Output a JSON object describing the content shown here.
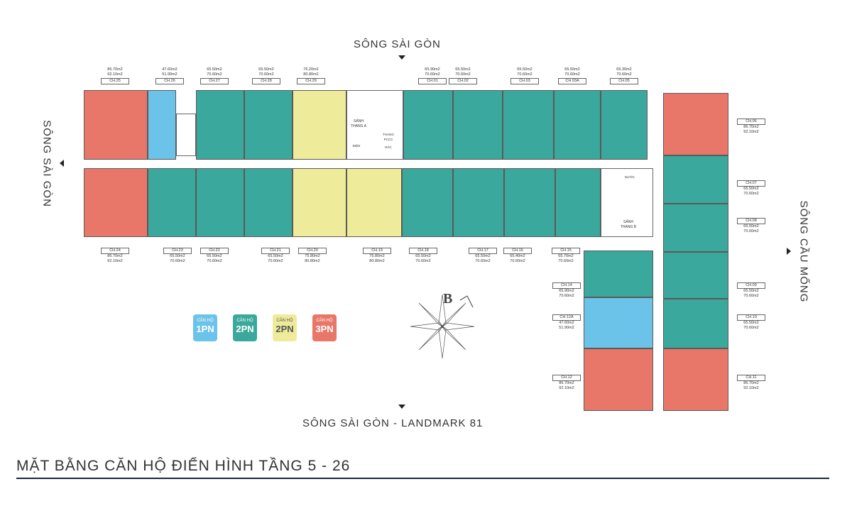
{
  "directions": {
    "top": "SÔNG SÀI GÒN",
    "left": "SÔNG SÀI GÒN",
    "right": "SÔNG CẦU MỐNG",
    "bottom": "SÔNG SÀI GÒN - LANDMARK 81"
  },
  "title": "MẶT BẰNG CĂN HỘ ĐIỂN HÌNH TẦNG 5 - 26",
  "compass_letter": "B",
  "legend": [
    {
      "small": "CĂN HỘ",
      "big": "1PN",
      "color": "#6cc3ea"
    },
    {
      "small": "CĂN HỘ",
      "big": "2PN",
      "color": "#3aa89c"
    },
    {
      "small": "CĂN HỘ",
      "big": "2PN",
      "color": "#eeeb9a"
    },
    {
      "small": "CĂN HỘ",
      "big": "3PN",
      "color": "#e8776a"
    }
  ],
  "cores": {
    "a": "SẢNH THANG A",
    "b": "SẢNH THANG B",
    "pccc": "THANG PCCC",
    "dien": "ĐIỆN",
    "rac": "RÁC",
    "nuoc": "NƯỚC"
  },
  "top_labels": [
    {
      "a1": "86.70m2",
      "a2": "92.10m2",
      "code": "CH.25"
    },
    {
      "a1": "47.60m2",
      "a2": "51.90m2",
      "code": "CH.26"
    },
    {
      "a1": "65.50m2",
      "a2": "70.60m2",
      "code": "CH.27"
    },
    {
      "a1": "65.50m2",
      "a2": "70.60m2",
      "code": "CH.28"
    },
    {
      "a1": "76.20m2",
      "a2": "80.80m2",
      "code": "CH.29"
    },
    {
      "a1": "65.90m2",
      "a2": "70.60m2",
      "code": "CH.01"
    },
    {
      "a1": "65.50m2",
      "a2": "70.60m2",
      "code": "CH.02"
    },
    {
      "a1": "65.50m2",
      "a2": "70.60m2",
      "code": "CH.03"
    },
    {
      "a1": "65.50m2",
      "a2": "70.60m2",
      "code": "CH.03A"
    },
    {
      "a1": "65.30m2",
      "a2": "70.60m2",
      "code": "CH.05"
    }
  ],
  "bottom_labels": [
    {
      "code": "CH.24",
      "a1": "86.70m2",
      "a2": "92.10m2"
    },
    {
      "code": "CH.23",
      "a1": "65.50m2",
      "a2": "70.60m2"
    },
    {
      "code": "CH.22",
      "a1": "65.50m2",
      "a2": "70.60m2"
    },
    {
      "code": "CH.21",
      "a1": "65.50m2",
      "a2": "70.60m2"
    },
    {
      "code": "CH.20",
      "a1": "75.80m2",
      "a2": "80.80m2"
    },
    {
      "code": "CH.19",
      "a1": "75.80m2",
      "a2": "80.80m2"
    },
    {
      "code": "CH.18",
      "a1": "65.50m2",
      "a2": "70.60m2"
    },
    {
      "code": "CH.17",
      "a1": "65.50m2",
      "a2": "70.60m2"
    },
    {
      "code": "CH.16",
      "a1": "65.40m2",
      "a2": "70.60m2"
    },
    {
      "code": "CH.15",
      "a1": "65.70m2",
      "a2": "70.60m2"
    }
  ],
  "right_labels": [
    {
      "code": "CH.06",
      "a1": "86.70m2",
      "a2": "92.10m2"
    },
    {
      "code": "CH.07",
      "a1": "65.50m2",
      "a2": "70.60m2"
    },
    {
      "code": "CH.08",
      "a1": "65.50m2",
      "a2": "70.60m2"
    },
    {
      "code": "CH.09",
      "a1": "65.50m2",
      "a2": "70.60m2"
    },
    {
      "code": "CH.10",
      "a1": "65.50m2",
      "a2": "70.60m2"
    },
    {
      "code": "CH.11",
      "a1": "86.70m2",
      "a2": "92.10m2"
    }
  ],
  "wing_left_labels": [
    {
      "code": "CH.14",
      "a1": "65.90m2",
      "a2": "70.60m2"
    },
    {
      "code": "CH.12A",
      "a1": "47.60m2",
      "a2": "51.90m2"
    },
    {
      "code": "CH.12",
      "a1": "86.70m2",
      "a2": "92.10m2"
    }
  ]
}
